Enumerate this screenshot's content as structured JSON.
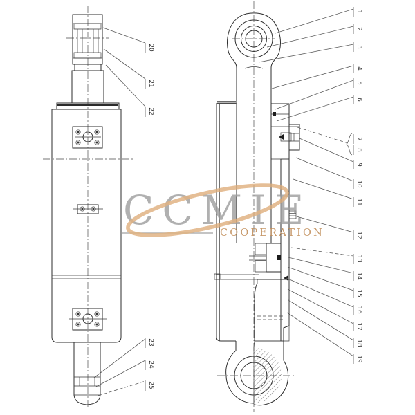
{
  "watermark": {
    "brand": "CCMIE",
    "subtitle": "COOPERATION",
    "brand_color": "#9b9b9b",
    "accent_color": "#ddab76"
  },
  "drawing": {
    "line_color": "#2e2e2e",
    "background": "#ffffff"
  },
  "callouts": {
    "right": [
      "1",
      "2",
      "3",
      "4",
      "5",
      "6",
      "7",
      "8",
      "9",
      "10",
      "11",
      "12",
      "13",
      "14",
      "15",
      "16",
      "17",
      "18",
      "19"
    ],
    "left": [
      "20",
      "21",
      "22",
      "23",
      "24",
      "25"
    ]
  }
}
